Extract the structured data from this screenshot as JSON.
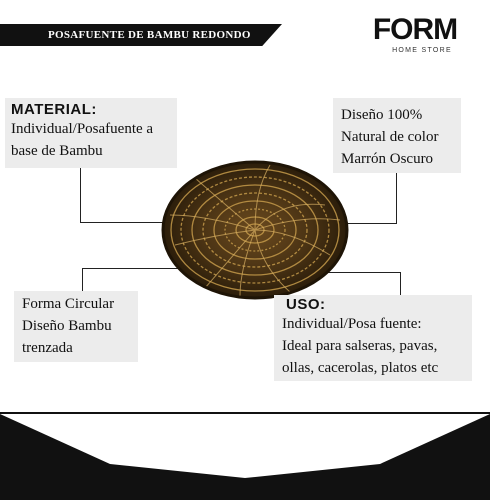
{
  "header": {
    "title": "POSAFUENTE DE BAMBU REDONDO",
    "logo_main": "FORM",
    "logo_sub": "HOME STORE"
  },
  "material": {
    "heading": "MATERIAL:",
    "lines": [
      "Individual/Posafuente a",
      "base de Bambu"
    ]
  },
  "diseno": {
    "lines": [
      "Diseño 100%",
      "Natural de color",
      "Marrón Oscuro"
    ]
  },
  "forma": {
    "lines": [
      "Forma Circular",
      "Diseño Bambu",
      "trenzada"
    ]
  },
  "uso": {
    "heading": "USO:",
    "lines": [
      "Individual/Posa fuente:",
      "Ideal para salseras, pavas,",
      "ollas, cacerolas, platos etc"
    ]
  },
  "colors": {
    "dark": "#111111",
    "box_bg": "#ececec",
    "bamboo_dark": "#3a2a12",
    "bamboo_light": "#c49a4a"
  }
}
